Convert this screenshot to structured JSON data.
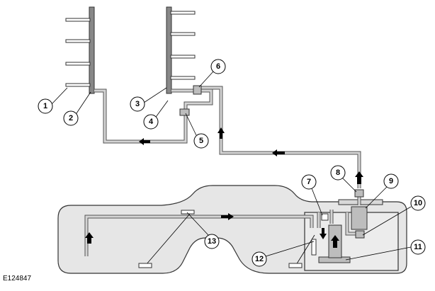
{
  "callouts": [
    {
      "label": "1"
    },
    {
      "label": "2"
    },
    {
      "label": "3"
    },
    {
      "label": "4"
    },
    {
      "label": "5"
    },
    {
      "label": "6"
    },
    {
      "label": "7"
    },
    {
      "label": "8"
    },
    {
      "label": "9"
    },
    {
      "label": "10"
    },
    {
      "label": "11"
    },
    {
      "label": "12"
    },
    {
      "label": "13"
    }
  ],
  "figure_id": "E124847",
  "colors": {
    "line": "#000000",
    "pipe": "#555555",
    "pipe_fill": "#d4d4d4",
    "tank_fill": "#e6e6e6",
    "rail": "#888888"
  }
}
